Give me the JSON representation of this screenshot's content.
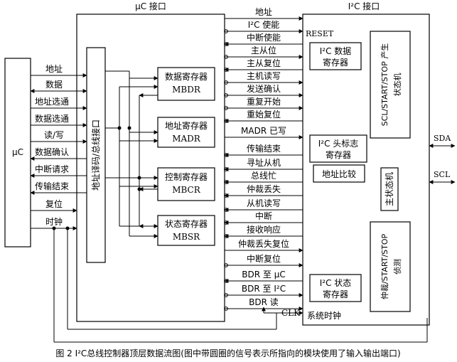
{
  "mcu": {
    "label": "μC"
  },
  "muc_interface": {
    "title": "μC 接口"
  },
  "i2c_interface": {
    "title": "I²C 接口"
  },
  "left_signals": [
    "地址",
    "数据",
    "地址选通",
    "数据选通",
    "读/写",
    "数据确认",
    "中断请求",
    "传输结束",
    "复位",
    "时钟"
  ],
  "decoder": {
    "label": "地址译码/总线接口"
  },
  "registers": [
    {
      "line1": "数据寄存器",
      "line2": "MBDR"
    },
    {
      "line1": "地址寄存器",
      "line2": "MADR"
    },
    {
      "line1": "控制寄存器",
      "line2": "MBCR"
    },
    {
      "line1": "状态寄存器",
      "line2": "MBSR"
    }
  ],
  "mid_signals": [
    "地址",
    "I²C 使能",
    "中断使能",
    "主从位",
    "主从复位",
    "主机读写",
    "发送确认",
    "重复开始",
    "重始复位",
    "MADR 已写",
    "传输结束",
    "寻址从机",
    "总线忙",
    "仲裁丢失",
    "从机读写",
    "中断",
    "接收响应",
    "仲裁丢失复位",
    "中断复位",
    "BDR 至 μC",
    "BDR 至 I²C",
    "BDR 读"
  ],
  "reset_label": "RESET",
  "clk_label": "CLK",
  "sysclk_label": "系统时钟",
  "i2c_blocks": {
    "data_reg": [
      "I²C 数据",
      "寄存器"
    ],
    "header_reg": [
      "I²C 头标志",
      "寄存器"
    ],
    "addr_compare": "地址比较",
    "status_reg": [
      "I²C 状态",
      "寄存器"
    ],
    "scl_gen": [
      "SCL/START/STOP 产生",
      "状态机"
    ],
    "main_fsm": "主状态机",
    "arb_detect": [
      "仲裁/START/STOP",
      "侦测"
    ]
  },
  "sda_label": "SDA",
  "scl_label": "SCL",
  "caption": "图 2  I²C总线控制器顶层数据流图(图中带圆圈的信号表示所指向的模块使用了输入输出端口)"
}
